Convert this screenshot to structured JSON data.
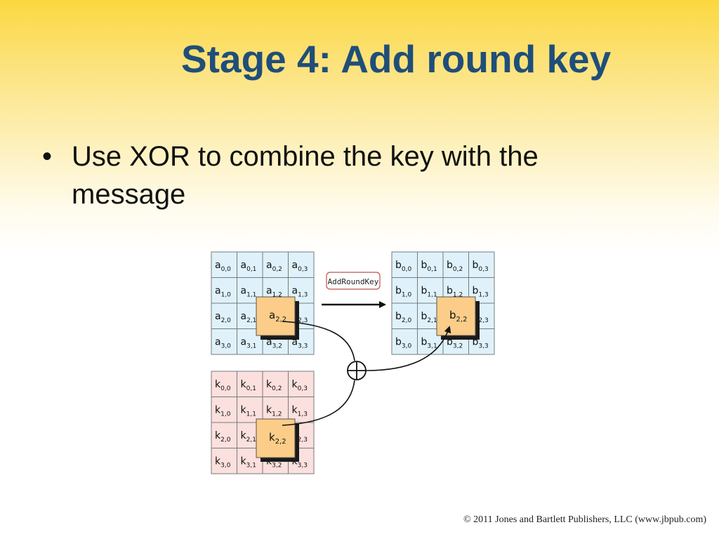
{
  "slide": {
    "title": "Stage 4: Add round key",
    "bullets": [
      "Use XOR to combine the key with the message"
    ]
  },
  "diagram": {
    "operation_label": "AddRoundKey",
    "operator_icon": "xor-circle-plus-icon",
    "state_grid": [
      [
        [
          "a",
          "0,0"
        ],
        [
          "a",
          "0,1"
        ],
        [
          "a",
          "0,2"
        ],
        [
          "a",
          "0,3"
        ]
      ],
      [
        [
          "a",
          "1,0"
        ],
        [
          "a",
          "1,1"
        ],
        [
          "a",
          "1,2"
        ],
        [
          "a",
          "1,3"
        ]
      ],
      [
        [
          "a",
          "2,0"
        ],
        [
          "a",
          "2,1"
        ],
        [
          "a",
          "2,2"
        ],
        [
          "a",
          "2,3"
        ]
      ],
      [
        [
          "a",
          "3,0"
        ],
        [
          "a",
          "3,1"
        ],
        [
          "a",
          "3,2"
        ],
        [
          "a",
          "3,3"
        ]
      ]
    ],
    "key_grid": [
      [
        [
          "k",
          "0,0"
        ],
        [
          "k",
          "0,1"
        ],
        [
          "k",
          "0,2"
        ],
        [
          "k",
          "0,3"
        ]
      ],
      [
        [
          "k",
          "1,0"
        ],
        [
          "k",
          "1,1"
        ],
        [
          "k",
          "1,2"
        ],
        [
          "k",
          "1,3"
        ]
      ],
      [
        [
          "k",
          "2,0"
        ],
        [
          "k",
          "2,1"
        ],
        [
          "k",
          "2,2"
        ],
        [
          "k",
          "2,3"
        ]
      ],
      [
        [
          "k",
          "3,0"
        ],
        [
          "k",
          "3,1"
        ],
        [
          "k",
          "3,2"
        ],
        [
          "k",
          "3,3"
        ]
      ]
    ],
    "output_grid": [
      [
        [
          "b",
          "0,0"
        ],
        [
          "b",
          "0,1"
        ],
        [
          "b",
          "0,2"
        ],
        [
          "b",
          "0,3"
        ]
      ],
      [
        [
          "b",
          "1,0"
        ],
        [
          "b",
          "1,1"
        ],
        [
          "b",
          "1,2"
        ],
        [
          "b",
          "1,3"
        ]
      ],
      [
        [
          "b",
          "2,0"
        ],
        [
          "b",
          "2,1"
        ],
        [
          "b",
          "2,2"
        ],
        [
          "b",
          "2,3"
        ]
      ],
      [
        [
          "b",
          "3,0"
        ],
        [
          "b",
          "3,1"
        ],
        [
          "b",
          "3,2"
        ],
        [
          "b",
          "3,3"
        ]
      ]
    ],
    "highlight_state": [
      "a",
      "2,2"
    ],
    "highlight_key": [
      "k",
      "2,2"
    ],
    "highlight_output": [
      "b",
      "2,2"
    ],
    "colors": {
      "state_cell": "#dff2fb",
      "key_cell": "#fbe0de",
      "output_cell": "#dff2fb",
      "highlight_cell": "#fbcd88",
      "grid_line": "#7a7a7a"
    }
  },
  "footer": {
    "copyright": "© 2011 Jones and Bartlett Publishers, LLC (www.jbpub.com)"
  }
}
